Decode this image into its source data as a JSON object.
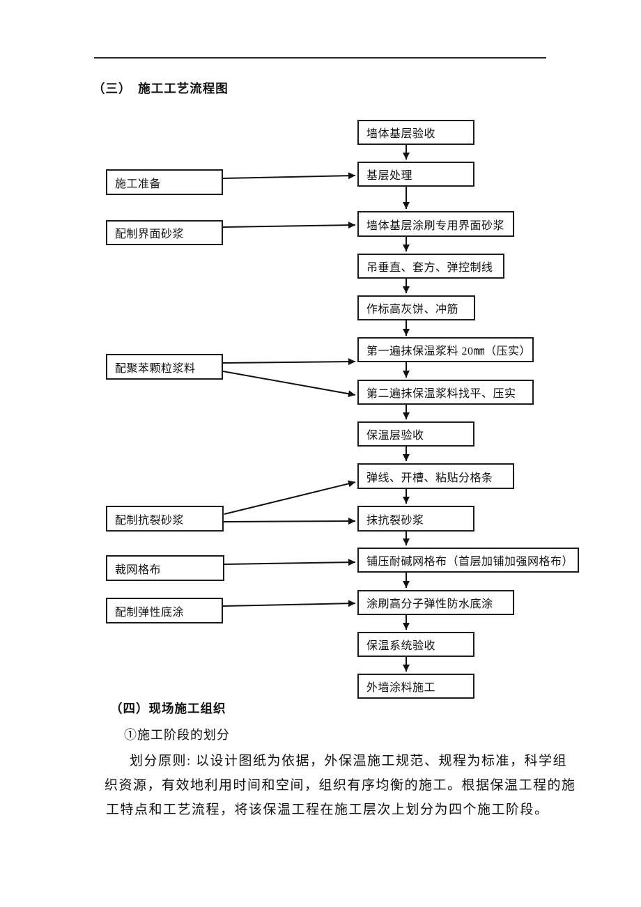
{
  "document": {
    "section3_title": "（三）　施工工艺流程图",
    "section4": {
      "heading": "（四）现场施工组织",
      "subheading": "①施工阶段的划分",
      "paragraph_lines": [
        "划分原则: 以设计图纸为依据，外保温施工规范、规程为标准，科学组",
        "织资源，有效地利用时间和空间，组织有序均衡的施工。根据保温工程的施",
        "工特点和工艺流程，将该保温工程在施工层次上划分为四个施工阶段。"
      ]
    }
  },
  "flowchart": {
    "main_steps": [
      "墙体基层验收",
      "基层处理",
      "墙体基层涂刷专用界面砂浆",
      "吊垂直、套方、弹控制线",
      "作标高灰饼、冲筋",
      "第一遍抹保温浆料 20㎜（压实）",
      "第二遍抹保温浆料找平、压实",
      "保温层验收",
      "弹线、开槽、粘贴分格条",
      "抹抗裂砂浆",
      "铺压耐碱网格布（首层加铺加强网格布）",
      "涂刷高分子弹性防水底涂",
      "保温系统验收",
      "外墙涂料施工"
    ],
    "side_steps": [
      "施工准备",
      "配制界面砂浆",
      "配聚苯颗粒浆料",
      "配制抗裂砂浆",
      "裁网格布",
      "配制弹性底涂"
    ],
    "line_color": "#111111"
  }
}
